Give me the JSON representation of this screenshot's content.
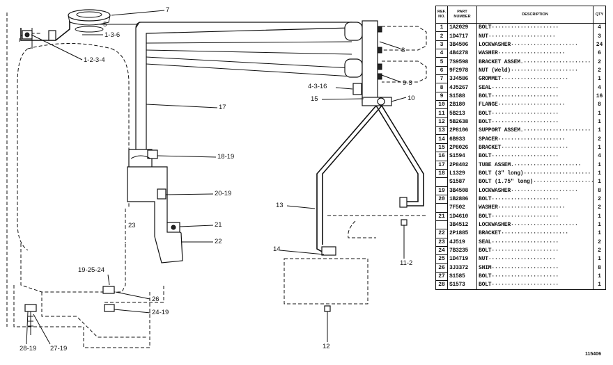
{
  "table": {
    "headers": {
      "ref": "REF.\nNO.",
      "part": "PART\nNUMBER",
      "desc": "DESCRIPTION",
      "qty": "QTY"
    },
    "rows": [
      {
        "ref": "1",
        "part": "1A2029",
        "desc": "BOLT",
        "qty": "4"
      },
      {
        "ref": "2",
        "part": "1D4717",
        "desc": "NUT",
        "qty": "3"
      },
      {
        "ref": "3",
        "part": "3B4506",
        "desc": "LOCKWASHER",
        "qty": "24"
      },
      {
        "ref": "4",
        "part": "4B4278",
        "desc": "WASHER",
        "qty": "6"
      },
      {
        "ref": "5",
        "part": "7S9598",
        "desc": "BRACKET ASSEM.",
        "qty": "2"
      },
      {
        "ref": "6",
        "part": "9F2978",
        "desc": "   NUT          (Weld)",
        "qty": "2"
      },
      {
        "ref": "7",
        "part": "3J4586",
        "desc": "GROMMET",
        "qty": "1"
      },
      {
        "ref": "8",
        "part": "4J5267",
        "desc": "SEAL",
        "qty": "4"
      },
      {
        "ref": "9",
        "part": "S1588",
        "desc": "BOLT",
        "qty": "16"
      },
      {
        "ref": "10",
        "part": "2B180",
        "desc": "FLANGE",
        "qty": "8"
      },
      {
        "ref": "11",
        "part": "5B213",
        "desc": "BOLT",
        "qty": "1"
      },
      {
        "ref": "12",
        "part": "5B2638",
        "desc": "BOLT",
        "qty": "1"
      },
      {
        "ref": "13",
        "part": "2P8106",
        "desc": "SUPPORT ASSEM.",
        "qty": "1"
      },
      {
        "ref": "14",
        "part": "6B933",
        "desc": "   SPACER",
        "qty": "2"
      },
      {
        "ref": "15",
        "part": "2P8026",
        "desc": "BRACKET",
        "qty": "1"
      },
      {
        "ref": "16",
        "part": "S1594",
        "desc": "BOLT",
        "qty": "4"
      },
      {
        "ref": "17",
        "part": "2P8402",
        "desc": "TUBE ASSEM.",
        "qty": "1"
      },
      {
        "ref": "18",
        "part": "L1329",
        "desc": "BOLT          (3\" long)",
        "qty": "1"
      },
      {
        "ref": "",
        "part": "S1587",
        "desc": "BOLT          (1.75\" long)",
        "qty": "1"
      },
      {
        "ref": "19",
        "part": "3B4508",
        "desc": "LOCKWASHER",
        "qty": "8"
      },
      {
        "ref": "20",
        "part": "1B2886",
        "desc": "BOLT",
        "qty": "2"
      },
      {
        "ref": "",
        "part": "7F502",
        "desc": "WASHER",
        "qty": "2"
      },
      {
        "ref": "21",
        "part": "1D4610",
        "desc": "BOLT",
        "qty": "1"
      },
      {
        "ref": "",
        "part": "3B4512",
        "desc": "LOCKWASHER",
        "qty": "1"
      },
      {
        "ref": "22",
        "part": "2P1885",
        "desc": "BRACKET",
        "qty": "1"
      },
      {
        "ref": "23",
        "part": "4J519",
        "desc": "SEAL",
        "qty": "2"
      },
      {
        "ref": "24",
        "part": "7B3235",
        "desc": "BOLT",
        "qty": "2"
      },
      {
        "ref": "25",
        "part": "1D4719",
        "desc": "NUT",
        "qty": "1"
      },
      {
        "ref": "26",
        "part": "3J3372",
        "desc": "SHIM",
        "qty": "8"
      },
      {
        "ref": "27",
        "part": "S1585",
        "desc": "BOLT",
        "qty": "1"
      },
      {
        "ref": "28",
        "part": "S1573",
        "desc": "BOLT",
        "qty": "1"
      }
    ]
  },
  "callouts": {
    "c7": "7",
    "c5": "5",
    "c136": "1-3-6",
    "c1234": "1-2-3-4",
    "c8": "8",
    "c93": "9-3",
    "c10": "10",
    "c4316": "4-3-16",
    "c15": "15",
    "c17": "17",
    "c1819": "18-19",
    "c2019": "20-19",
    "c21": "21",
    "c22": "22",
    "c23": "23",
    "c13": "13",
    "c14": "14",
    "c112": "11-2",
    "c12": "12",
    "c192524": "19-25-24",
    "c26": "26",
    "c2419": "24-19",
    "c2819": "28-19",
    "c2719": "27-19"
  },
  "drawing_number": "115406"
}
